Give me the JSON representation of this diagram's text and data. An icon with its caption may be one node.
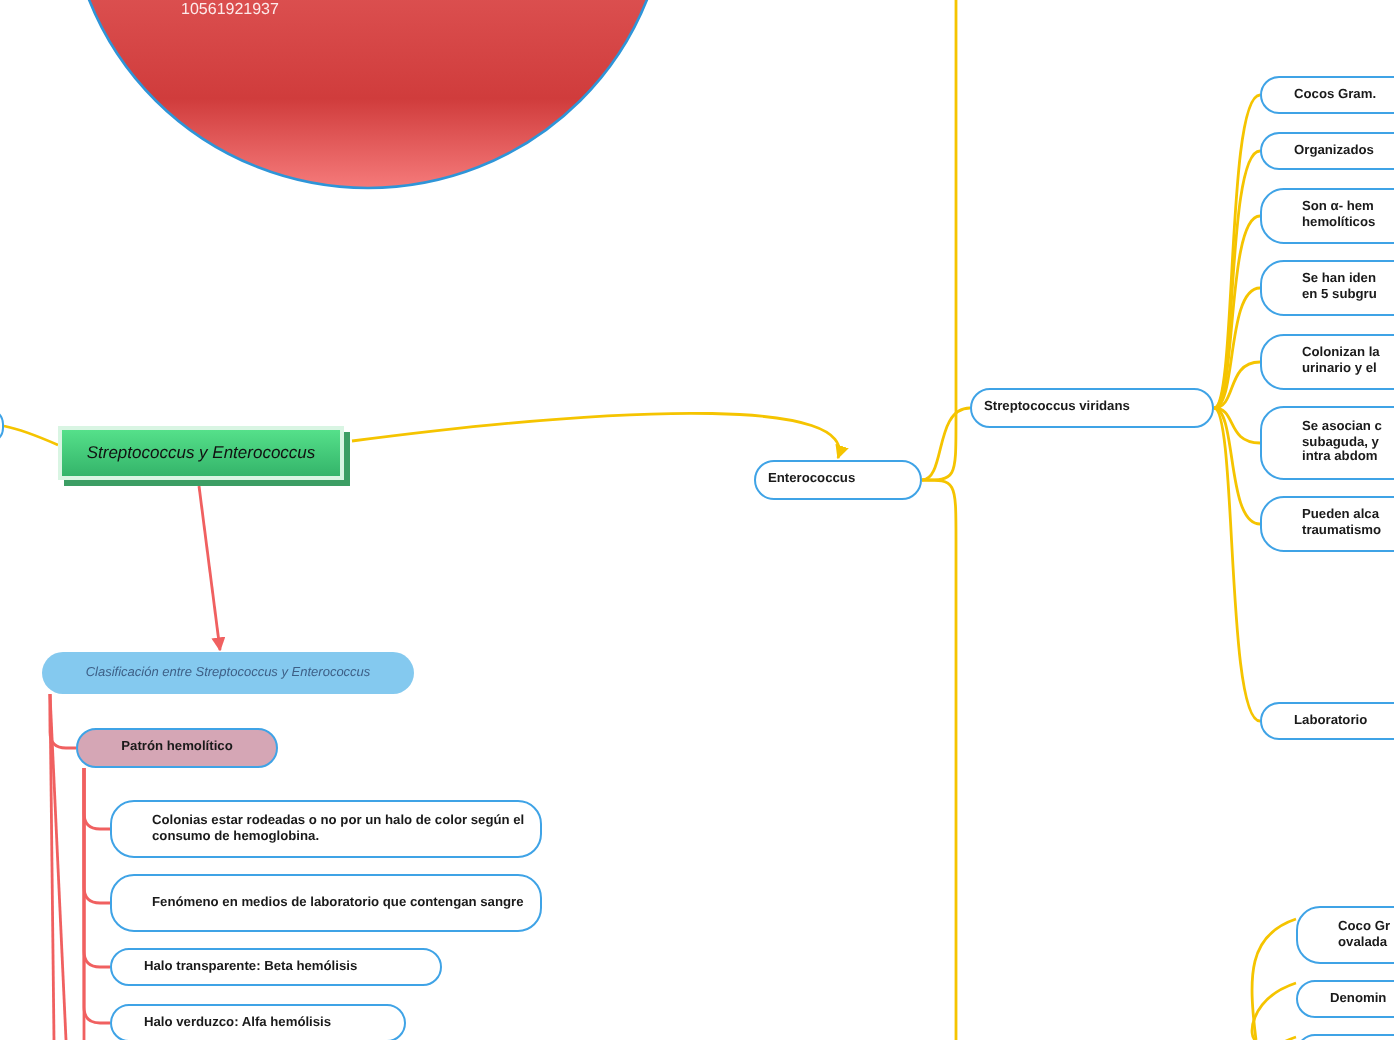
{
  "diagram": {
    "nodes": [
      {
        "text": [
          "10561921937"
        ]
      },
      {
        "text": [],
        "shape": "box"
      },
      {
        "text": [
          "Streptococcus y Enterococcus"
        ]
      },
      {
        "text": [
          "Enterococcus"
        ]
      },
      {
        "text": [
          "Streptococcus viridans"
        ]
      },
      {
        "text": [
          "Cocos Gram."
        ]
      },
      {
        "text": [
          "Organizados"
        ]
      },
      {
        "text": [
          "Son α- hem hemolíticos"
        ]
      },
      {
        "text": [
          "Se han iden en 5 subgru"
        ]
      },
      {
        "text": [
          "Colonizan la urinario y el"
        ]
      },
      {
        "text": [
          "Se asocian c subaguda, y intra abdom"
        ]
      },
      {
        "text": [
          "Pueden alca traumatismo"
        ]
      },
      {
        "text": [
          "Laboratorio"
        ]
      },
      {
        "text": [
          "Clasificación entre Streptococcus y Enterococcus"
        ]
      },
      {
        "text": [
          "Patrón hemolítico"
        ]
      },
      {
        "text": [
          "Colonias estar rodeadas o no por un halo de color según el consumo de hemoglobina."
        ]
      },
      {
        "text": [
          "Fenómeno en medios de laboratorio que contengan sangre"
        ]
      },
      {
        "text": [
          "Halo transparente: Beta hemólisis"
        ]
      },
      {
        "text": [
          "Halo verduzco: Alfa hemólisis"
        ]
      },
      {
        "text": [
          "Coco Gr ovalada"
        ]
      },
      {
        "text": [
          "Denomin"
        ]
      },
      {
        "text": [],
        "shape": "box"
      }
    ],
    "edges": [
      {
        "from": 1,
        "to": 2,
        "arrow": "none"
      },
      {
        "from": 2,
        "to": 3,
        "arrow": "to"
      },
      {
        "from": 2,
        "to": 13,
        "arrow": "to",
        "color": "#f06060"
      },
      {
        "from": 3,
        "to": 4,
        "arrow": "none"
      },
      {
        "from": 3,
        "to": null,
        "arrow": "none"
      },
      {
        "from": 3,
        "to": null,
        "arrow": "none"
      },
      {
        "from": 4,
        "to": 5,
        "arrow": "none"
      },
      {
        "from": 4,
        "to": 6,
        "arrow": "none"
      },
      {
        "from": 4,
        "to": 7,
        "arrow": "none"
      },
      {
        "from": 4,
        "to": 8,
        "arrow": "none"
      },
      {
        "from": 4,
        "to": 9,
        "arrow": "none"
      },
      {
        "from": 4,
        "to": 10,
        "arrow": "none"
      },
      {
        "from": 4,
        "to": 11,
        "arrow": "none"
      },
      {
        "from": 4,
        "to": 12,
        "arrow": "none"
      },
      {
        "from": 13,
        "to": 14,
        "arrow": "none",
        "color": "#f06060"
      },
      {
        "from": 13,
        "to": null,
        "arrow": "none",
        "color": "#f06060"
      },
      {
        "from": 13,
        "to": null,
        "arrow": "none",
        "color": "#f06060"
      },
      {
        "from": 14,
        "to": 15,
        "arrow": "none",
        "color": "#f06060"
      },
      {
        "from": 14,
        "to": 16,
        "arrow": "none",
        "color": "#f06060"
      },
      {
        "from": 14,
        "to": 17,
        "arrow": "none",
        "color": "#f06060"
      },
      {
        "from": 14,
        "to": 18,
        "arrow": "none",
        "color": "#f06060"
      },
      {
        "from": 14,
        "to": null,
        "arrow": "none",
        "color": "#f06060"
      },
      {
        "from": null,
        "to": 19,
        "arrow": "none"
      },
      {
        "from": null,
        "to": 20,
        "arrow": "none"
      },
      {
        "from": null,
        "to": 21,
        "arrow": "none"
      }
    ]
  }
}
